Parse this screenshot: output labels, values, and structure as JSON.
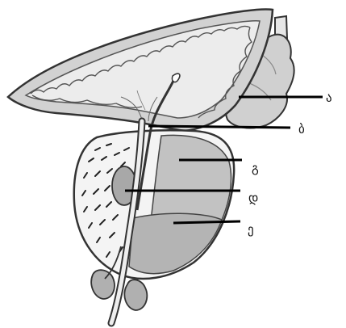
{
  "diagram": {
    "labels": [
      {
        "id": "a",
        "text": "ა"
      },
      {
        "id": "b",
        "text": "ბ"
      },
      {
        "id": "g",
        "text": "გ"
      },
      {
        "id": "d",
        "text": "დ"
      },
      {
        "id": "e",
        "text": "ე"
      }
    ]
  },
  "colors": {
    "outline": "#333333",
    "bladder_fill": "#d2d2d2",
    "gland_fill": "#bdbdbd",
    "light_fill": "#ececec",
    "pale_fill": "#f4f4f4"
  }
}
